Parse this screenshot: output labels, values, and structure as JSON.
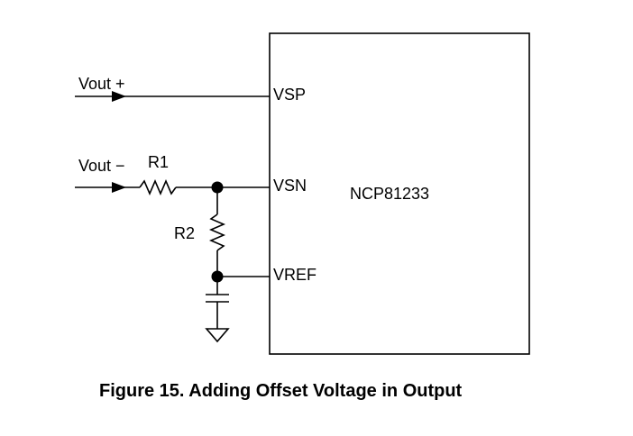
{
  "schematic": {
    "inputs": {
      "vout_plus": "Vout +",
      "vout_minus": "Vout −"
    },
    "resistors": {
      "r1": "R1",
      "r2": "R2"
    },
    "chip": {
      "name": "NCP81233",
      "pins": {
        "vsp": "VSP",
        "vsn": "VSN",
        "vref": "VREF"
      }
    }
  },
  "caption": "Figure 15. Adding Offset Voltage in Output"
}
